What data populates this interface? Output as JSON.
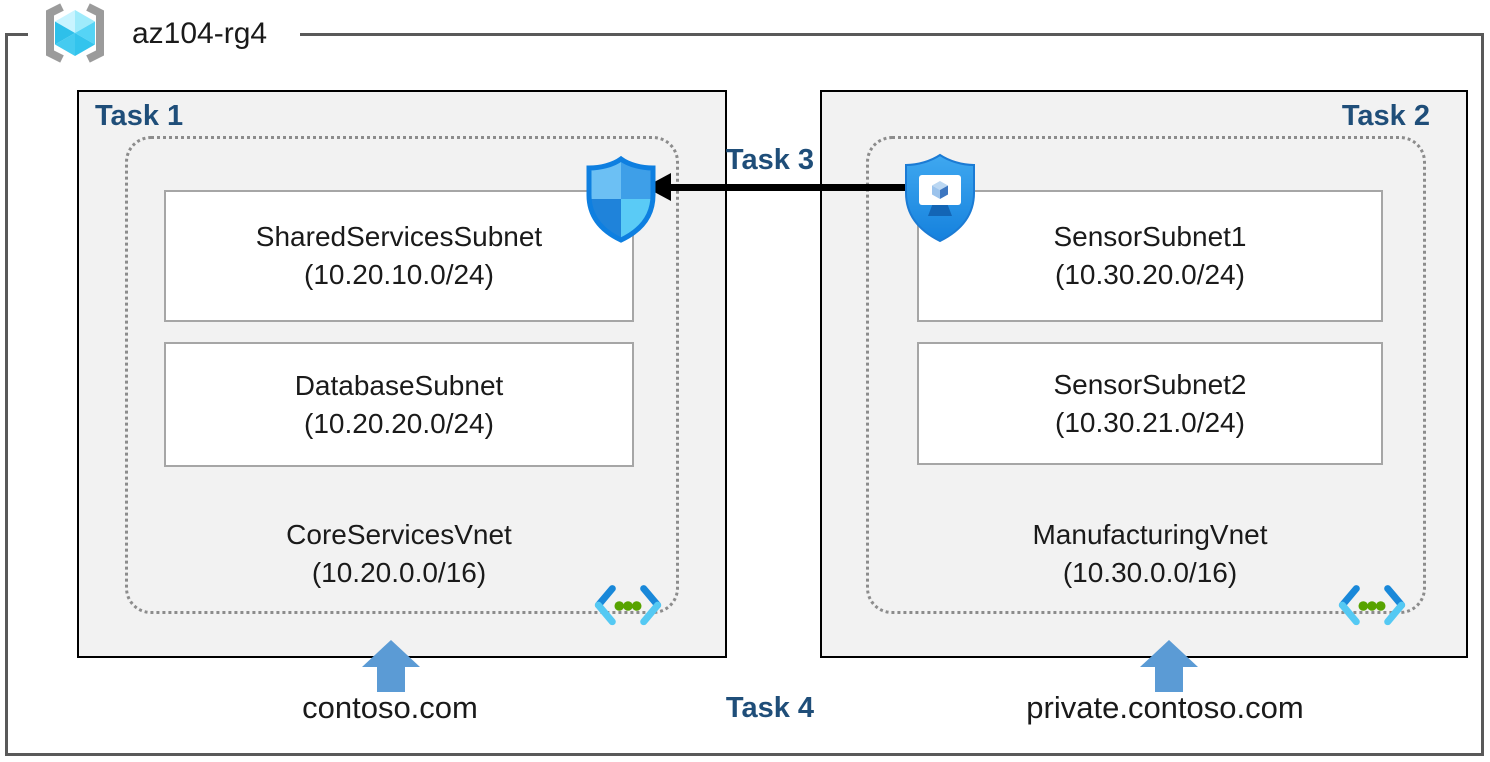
{
  "resource_group": {
    "name": "az104-rg4"
  },
  "zones": {
    "left": {
      "task_label": "Task 1",
      "vnet": {
        "name": "CoreServicesVnet",
        "cidr": "(10.20.0.0/16)"
      },
      "subnets": [
        {
          "name": "SharedServicesSubnet",
          "cidr": "(10.20.10.0/24)"
        },
        {
          "name": "DatabaseSubnet",
          "cidr": "(10.20.20.0/24)"
        }
      ],
      "dns_domain": "contoso.com"
    },
    "right": {
      "task_label": "Task 2",
      "vnet": {
        "name": "ManufacturingVnet",
        "cidr": "(10.30.0.0/16)"
      },
      "subnets": [
        {
          "name": "SensorSubnet1",
          "cidr": "(10.30.20.0/24)"
        },
        {
          "name": "SensorSubnet2",
          "cidr": "(10.30.21.0/24)"
        }
      ],
      "dns_domain": "private.contoso.com"
    }
  },
  "annotations": {
    "task3_label": "Task 3",
    "task4_label": "Task 4"
  },
  "icons": {
    "resource_group": "resource-group-icon",
    "virtual_network": "virtual-network-icon",
    "network_security_group": "network-security-group-shield-icon",
    "application_security_group": "application-security-group-icon",
    "dns_arrow": "up-arrow-icon"
  },
  "colors": {
    "task_label": "#1F4E79",
    "zone_fill": "#F2F2F2",
    "zone_border": "#000000",
    "dashed_border": "#8C8C8C",
    "outer_frame": "#595959",
    "dns_arrow": "#5B9BD5",
    "peering_arrow": "#000000",
    "vnet_icon_blue": "#1988D9",
    "vnet_icon_cyan": "#55C9F3",
    "vnet_icon_green": "#57A300"
  }
}
